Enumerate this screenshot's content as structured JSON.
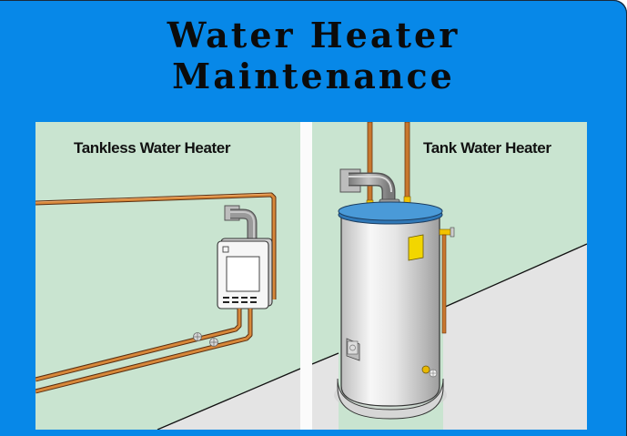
{
  "title": {
    "line1": "Water Heater",
    "line2": "Maintenance"
  },
  "panels": [
    {
      "label": "Tankless Water Heater",
      "illustration": "wall-mounted tankless water heater with vent elbow, copper supply pipes and shutoff valves"
    },
    {
      "label": "Tank Water Heater",
      "illustration": "cylindrical tank water heater with blue top, flue pipe, copper pipes, yellow label, drain valve and thermostat panel"
    }
  ],
  "colors": {
    "background": "#0788e8",
    "wall": "#c9e4d0",
    "floor": "#e4e4e4",
    "copper": "#c8772e",
    "tank_top": "#3f8fd0",
    "label_yellow": "#f2d600"
  }
}
